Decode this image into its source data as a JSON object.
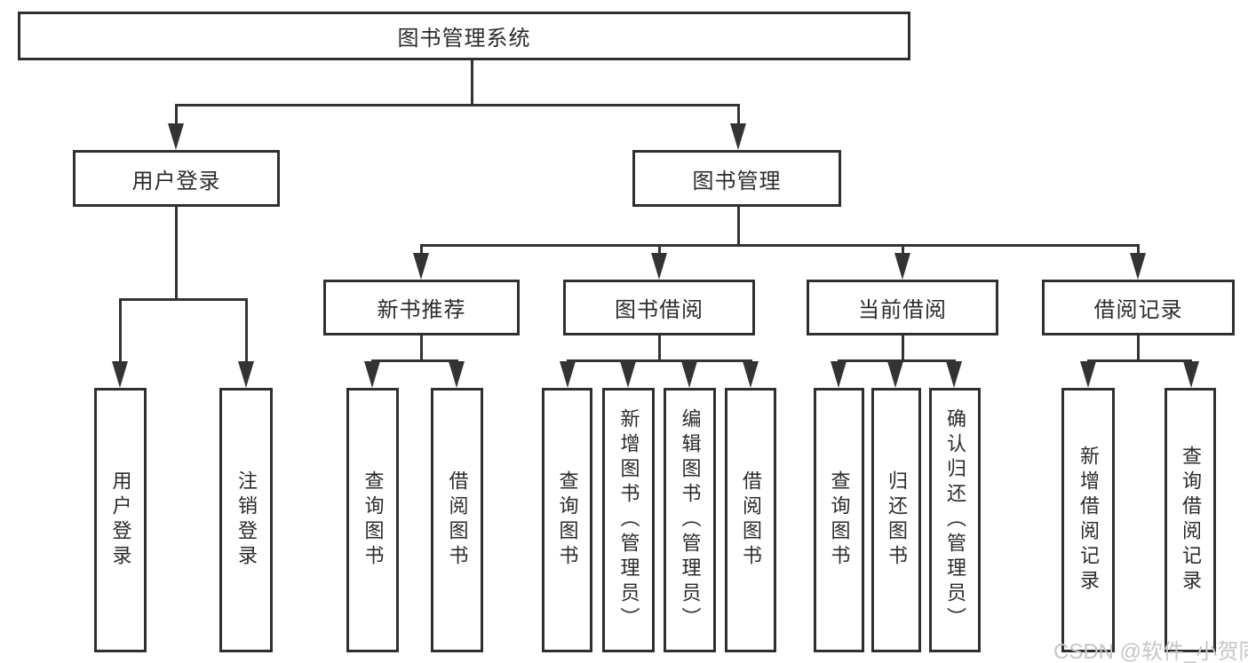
{
  "diagram": {
    "type": "hierarchy-diagram",
    "root": {
      "label": "图书管理系统"
    },
    "branches": [
      {
        "label": "用户登录",
        "children": [
          {
            "label": "用户登录"
          },
          {
            "label": "注销登录"
          }
        ]
      },
      {
        "label": "图书管理",
        "children": [
          {
            "label": "新书推荐",
            "children": [
              {
                "label": "查询图书"
              },
              {
                "label": "借阅图书"
              }
            ]
          },
          {
            "label": "图书借阅",
            "children": [
              {
                "label": "查询图书"
              },
              {
                "label": "新增图书（管理员）"
              },
              {
                "label": "编辑图书（管理员）"
              },
              {
                "label": "借阅图书"
              }
            ]
          },
          {
            "label": "当前借阅",
            "children": [
              {
                "label": "查询图书"
              },
              {
                "label": "归还图书"
              },
              {
                "label": "确认归还（管理员）"
              }
            ]
          },
          {
            "label": "借阅记录",
            "children": [
              {
                "label": "新增借阅记录"
              },
              {
                "label": "查询借阅记录"
              }
            ]
          }
        ]
      }
    ],
    "watermark": {
      "text": "CSDN @软件_小贺同学"
    },
    "colors": {
      "line": "#333333",
      "box_border": "#2f2f2f",
      "text": "#2b2b2b",
      "background": "#ffffff",
      "watermark": "#c5c5c5"
    }
  }
}
